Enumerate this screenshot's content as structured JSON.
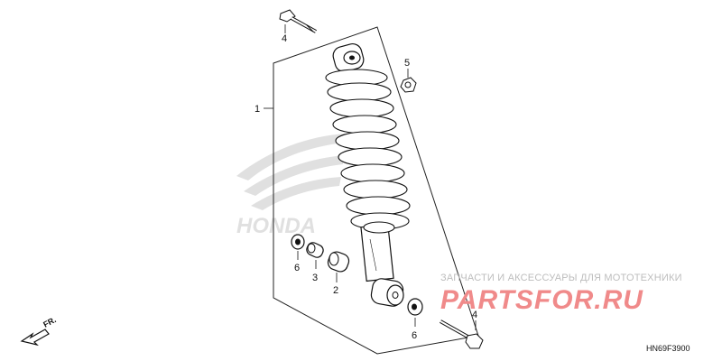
{
  "callouts": {
    "bolt_top": "4",
    "nut": "5",
    "shock_assembly": "1",
    "bushing_left": "6",
    "collar": "3",
    "bushing_center": "2",
    "bushing_right": "6",
    "bolt_bottom": "4"
  },
  "direction_label": "FR.",
  "watermark": {
    "top_line": "ЗАПЧАСТИ И АКСЕССУАРЫ ДЛЯ МОТОТЕХНИКИ",
    "site": "PARTSFOR.RU"
  },
  "brand_logo_text": "HONDA",
  "diagram_code": "HN69F3900"
}
